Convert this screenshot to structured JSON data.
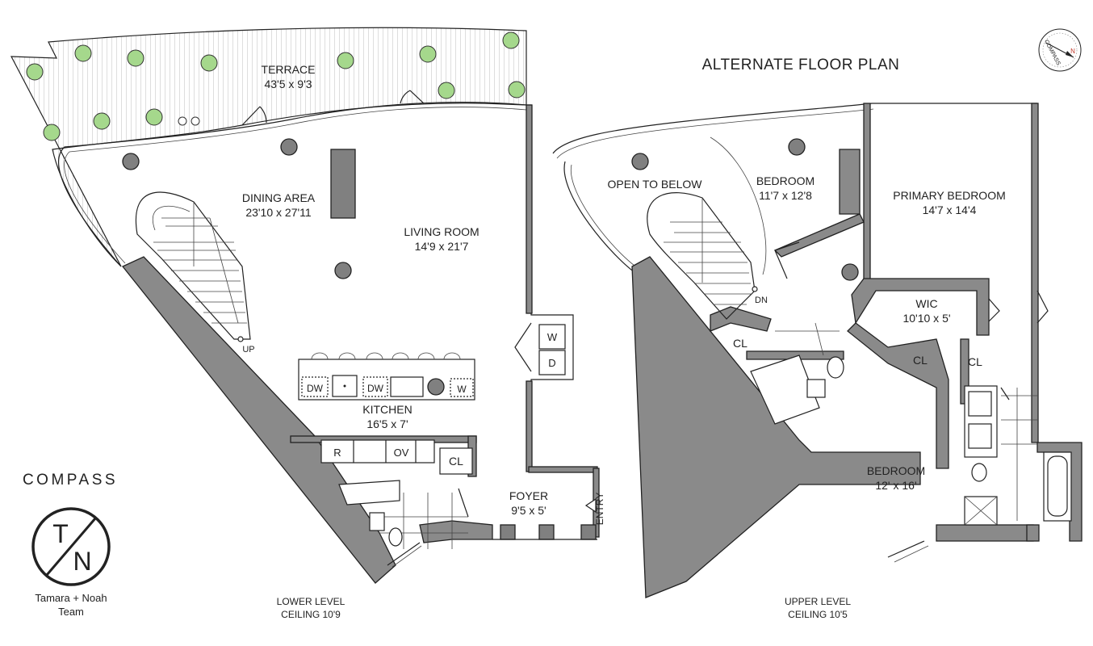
{
  "title": "ALTERNATE FLOOR PLAN",
  "brand": "COMPASS",
  "team": {
    "monogram_top": "T",
    "monogram_bottom": "N",
    "line1": "Tamara + Noah",
    "line2": "Team"
  },
  "compass": {
    "label": "COMPASS",
    "north": "N"
  },
  "lower_level": {
    "label": "LOWER LEVEL",
    "ceiling": "CEILING 10'9",
    "rooms": {
      "terrace": {
        "name": "TERRACE",
        "dims": "43'5 x 9'3"
      },
      "dining": {
        "name": "DINING AREA",
        "dims": "23'10 x 27'11"
      },
      "living": {
        "name": "LIVING ROOM",
        "dims": "14'9 x 21'7"
      },
      "kitchen": {
        "name": "KITCHEN",
        "dims": "16'5 x 7'"
      },
      "foyer": {
        "name": "FOYER",
        "dims": "9'5 x 5'"
      }
    },
    "marks": {
      "up": "UP",
      "entry": "ENTRY",
      "cl": "CL",
      "w": "W",
      "d": "D",
      "dw1": "DW",
      "dw2": "DW",
      "w2": "W",
      "r": "R",
      "ov": "OV"
    }
  },
  "upper_level": {
    "label": "UPPER LEVEL",
    "ceiling": "CEILING 10'5",
    "rooms": {
      "open": {
        "name": "OPEN TO BELOW"
      },
      "bedroom1": {
        "name": "BEDROOM",
        "dims": "11'7 x 12'8"
      },
      "primary": {
        "name": "PRIMARY BEDROOM",
        "dims": "14'7 x 14'4"
      },
      "wic": {
        "name": "WIC",
        "dims": "10'10 x 5'"
      },
      "bedroom2": {
        "name": "BEDROOM",
        "dims": "12' x 16'"
      }
    },
    "marks": {
      "dn": "DN",
      "cl1": "CL",
      "cl2": "CL",
      "cl3": "CL"
    }
  }
}
